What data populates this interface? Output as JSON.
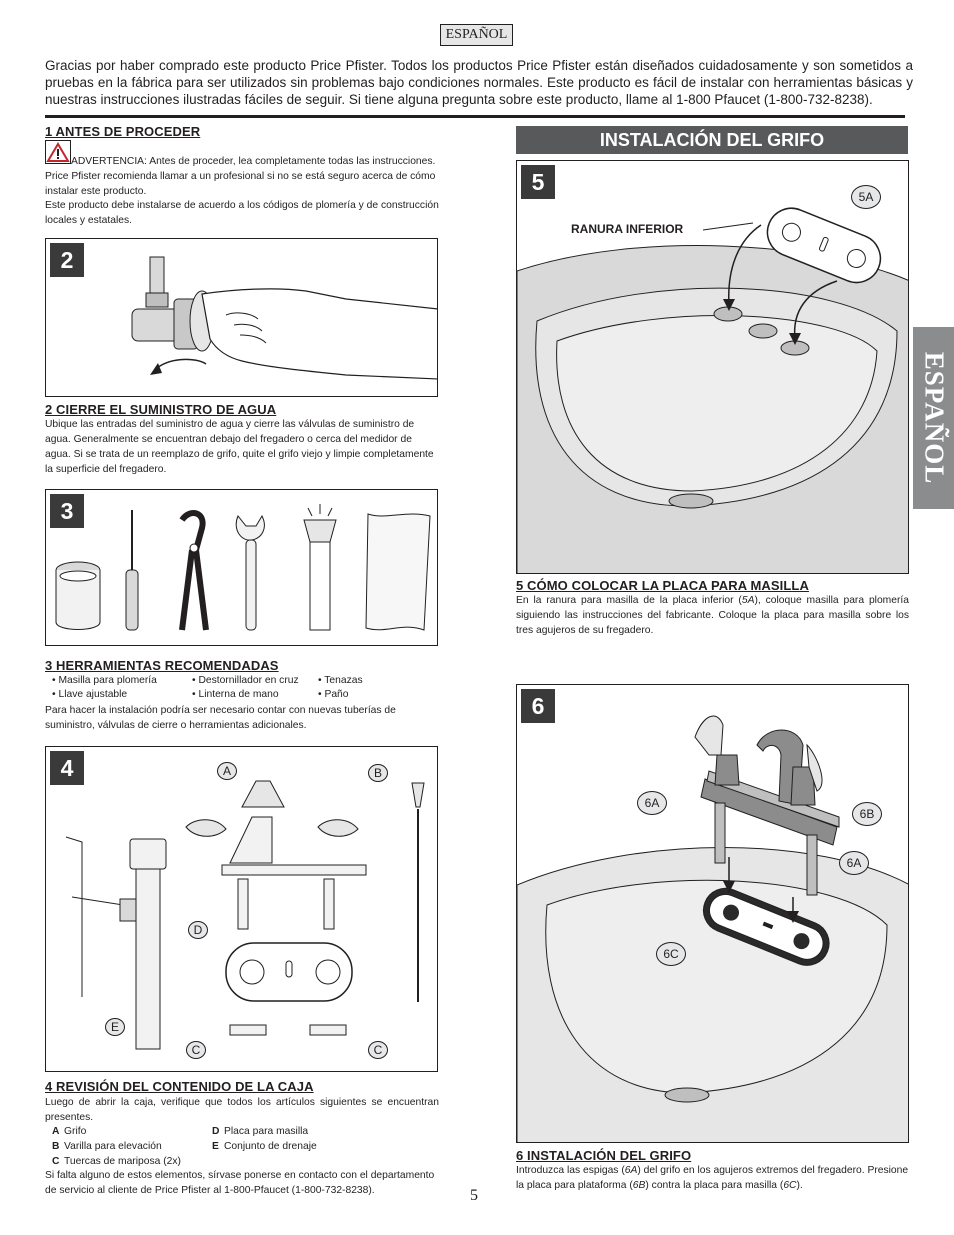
{
  "language_tag": "ESPAÑOL",
  "intro": "Gracias por haber comprado este producto Price Pfister. Todos los productos Price Pfister están diseñados cuidadosamente y son sometidos a pruebas en la fábrica para ser utilizados sin problemas bajo condiciones normales. Este producto es fácil de instalar con herramientas básicas y nuestras instrucciones ilustradas fáciles de seguir. Si tiene alguna pregunta sobre este producto, llame al 1-800 Pfaucet (1-800-732-8238).",
  "section1": {
    "heading": "1  ANTES DE PROCEDER",
    "warning": "ADVERTENCIA: Antes de proceder, lea completamente todas las instrucciones. Price Pfister recomienda llamar a un profesional si no se está seguro acerca de cómo instalar este producto.",
    "codes": "Este producto debe instalarse de acuerdo a los códigos de plomería y de construcción locales y estatales."
  },
  "step2": {
    "number": "2",
    "heading": "2  CIERRE EL SUMINISTRO DE AGUA",
    "text": "Ubique las entradas del suministro de agua y cierre las válvulas de suministro de agua. Generalmente se encuentran debajo del fregadero o cerca del medidor de agua. Si se trata de un reemplazo de grifo, quite el grifo viejo y limpie completamente la superficie del fregadero."
  },
  "step3": {
    "number": "3",
    "heading": "3  HERRAMIENTAS RECOMENDADAS",
    "tools": [
      "• Masilla para plomería",
      "• Destornillador en cruz",
      "• Tenazas",
      "• Llave ajustable",
      "• Linterna de mano",
      "• Paño"
    ],
    "text": "Para hacer la instalación podría ser necesario contar con nuevas tuberías de suministro, válvulas de cierre o herramientas adicionales."
  },
  "step4": {
    "number": "4",
    "heading": "4  REVISIÓN DEL CONTENIDO DE LA CAJA",
    "intro": "Luego de abrir la caja, verifique que todos los artículos siguientes se encuentran presentes.",
    "items": [
      {
        "letter": "A",
        "label": "Grifo"
      },
      {
        "letter": "D",
        "label": "Placa para masilla"
      },
      {
        "letter": "B",
        "label": "Varilla para elevación"
      },
      {
        "letter": "E",
        "label": "Conjunto de drenaje"
      },
      {
        "letter": "C",
        "label": "Tuercas de mariposa (2x)"
      }
    ],
    "outro": "Si falta alguno de estos elementos, sírvase ponerse en contacto con el departamento de servicio al cliente de Price Pfister al 1-800-Pfaucet (1-800-732-8238).",
    "callouts": [
      "A",
      "B",
      "D",
      "E",
      "C",
      "C"
    ]
  },
  "banner": "INSTALACIÓN DEL GRIFO",
  "side_tab": "ESPAÑOL",
  "step5": {
    "number": "5",
    "heading": "5  CÓMO COLOCAR LA PLACA PARA MASILLA",
    "label": "RANURA INFERIOR",
    "callout": "5A",
    "text_parts": [
      "En la ranura para masilla de la placa inferior (",
      "5A",
      "), coloque masilla para plomería siguiendo las instrucciones del fabricante. Coloque la placa para masilla sobre los tres agujeros de su fregadero."
    ]
  },
  "step6": {
    "number": "6",
    "heading": "6  INSTALACIÓN DEL GRIFO",
    "callouts": [
      "6A",
      "6B",
      "6A",
      "6C"
    ],
    "text_parts": [
      "Introduzca las espigas (",
      "6A",
      ") del grifo en los agujeros extremos del fregadero. Presione la placa para plataforma (",
      "6B",
      ") contra la placa para masilla (",
      "6C",
      ")."
    ]
  },
  "page_number": "5",
  "colors": {
    "banner": "#58595b",
    "side_tab": "#8a8c8e",
    "callout_fill": "#e6e7e8",
    "badge": "#3a3a3a"
  }
}
